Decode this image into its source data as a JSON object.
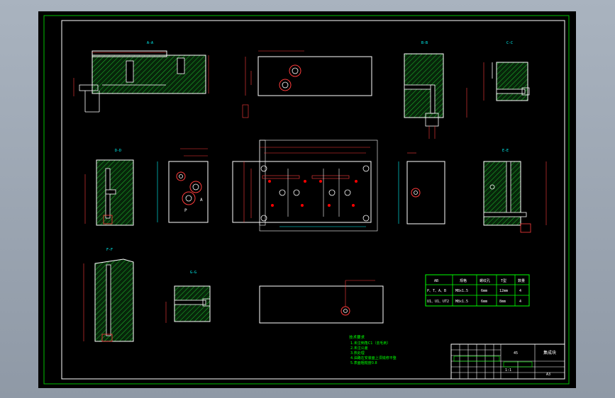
{
  "colors": {
    "background": "#000000",
    "frame": "#ffffff",
    "inner_frame": "#00ff00",
    "hatch": "#00ff00",
    "dimension": "#ff3b3b",
    "holes": "#ff0000",
    "part_outline": "#ffffff",
    "title_block": "#00ff00",
    "notes_text": "#00ff00",
    "center_marks": "#00ffff"
  },
  "section_labels": {
    "a": "A-A",
    "b": "B-B",
    "c": "C-C",
    "d": "D-D",
    "e": "E-E",
    "f": "F-F",
    "g": "G-G"
  },
  "port_labels": {
    "p": "P",
    "a": "A"
  },
  "bom_table": {
    "header": [
      "AB",
      "规格",
      "螺纹孔",
      "T型",
      "数量"
    ],
    "rows": [
      [
        "P、T、A、B",
        "M8x1.5",
        "6mm",
        "12mm",
        "4"
      ],
      [
        "U1、U1、UT2",
        "M8x1.5",
        "6mm",
        "8mm",
        "4"
      ]
    ]
  },
  "notes": {
    "heading": "技术要求",
    "lines": [
      "1.未注倒角C1（去毛刺）",
      "2.未注公差",
      "3.热处理",
      "4.油路在安装面上须铣修平整",
      "5.表面粗糙度0.8"
    ]
  },
  "title_block": {
    "material": "45",
    "name": "集成块",
    "scale": "1:1",
    "code": "A3"
  }
}
